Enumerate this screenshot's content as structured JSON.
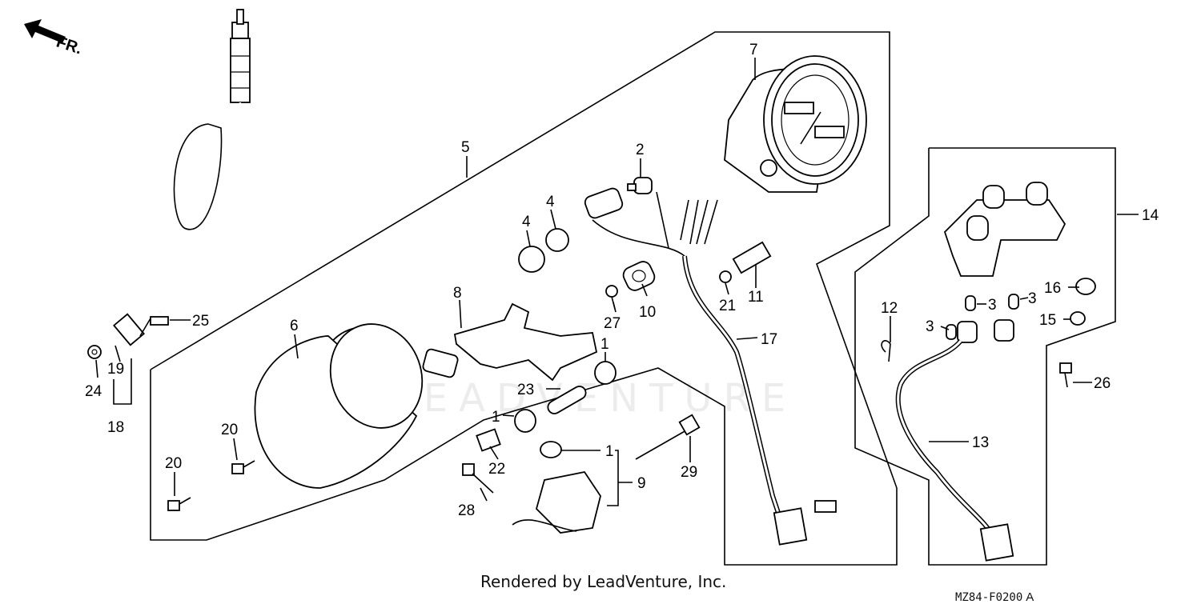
{
  "diagram": {
    "direction_label": "FR.",
    "watermark": "LEADVENTURE",
    "footer": "Rendered by LeadVenture, Inc.",
    "drawing_code": "MZ84-F0200",
    "drawing_rev": "A",
    "callouts": [
      {
        "id": "c1a",
        "text": "1"
      },
      {
        "id": "c1b",
        "text": "1"
      },
      {
        "id": "c1c",
        "text": "1"
      },
      {
        "id": "c2",
        "text": "2"
      },
      {
        "id": "c3a",
        "text": "3"
      },
      {
        "id": "c3b",
        "text": "3"
      },
      {
        "id": "c3c",
        "text": "3"
      },
      {
        "id": "c4a",
        "text": "4"
      },
      {
        "id": "c4b",
        "text": "4"
      },
      {
        "id": "c5",
        "text": "5"
      },
      {
        "id": "c6",
        "text": "6"
      },
      {
        "id": "c7",
        "text": "7"
      },
      {
        "id": "c8",
        "text": "8"
      },
      {
        "id": "c9",
        "text": "9"
      },
      {
        "id": "c10",
        "text": "10"
      },
      {
        "id": "c11",
        "text": "11"
      },
      {
        "id": "c12",
        "text": "12"
      },
      {
        "id": "c13",
        "text": "13"
      },
      {
        "id": "c14",
        "text": "14"
      },
      {
        "id": "c15",
        "text": "15"
      },
      {
        "id": "c16",
        "text": "16"
      },
      {
        "id": "c17",
        "text": "17"
      },
      {
        "id": "c18",
        "text": "18"
      },
      {
        "id": "c19",
        "text": "19"
      },
      {
        "id": "c20a",
        "text": "20"
      },
      {
        "id": "c20b",
        "text": "20"
      },
      {
        "id": "c21",
        "text": "21"
      },
      {
        "id": "c22",
        "text": "22"
      },
      {
        "id": "c23",
        "text": "23"
      },
      {
        "id": "c24",
        "text": "24"
      },
      {
        "id": "c25",
        "text": "25"
      },
      {
        "id": "c26",
        "text": "26"
      },
      {
        "id": "c27",
        "text": "27"
      },
      {
        "id": "c28",
        "text": "28"
      },
      {
        "id": "c29",
        "text": "29"
      }
    ]
  }
}
